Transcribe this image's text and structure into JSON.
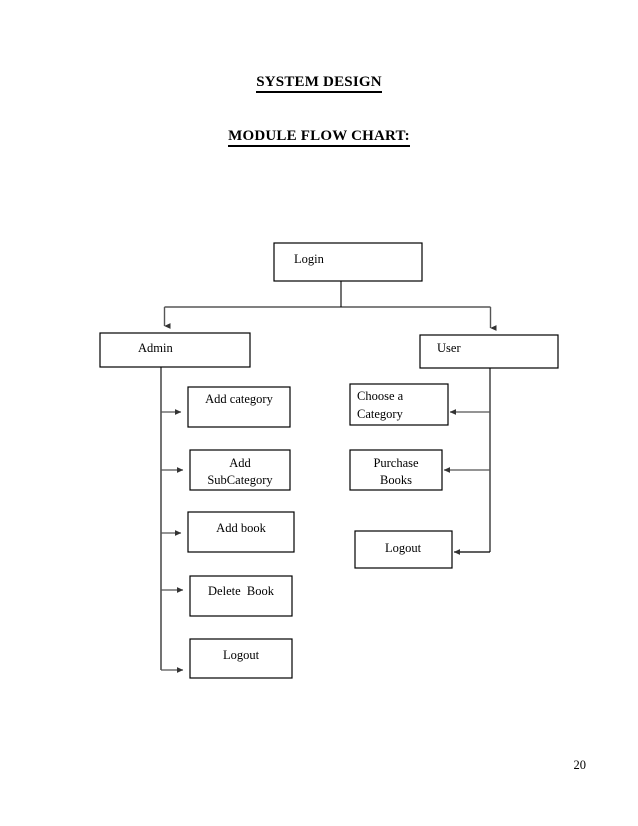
{
  "document": {
    "title": "SYSTEM DESIGN",
    "subtitle": "MODULE FLOW CHART:",
    "page_number": "20"
  },
  "chart_data": {
    "type": "diagram",
    "title": "MODULE FLOW CHART:",
    "diagram_kind": "flow-chart",
    "root": "Login",
    "branches": [
      {
        "name": "Admin",
        "side": "left",
        "children": [
          "Add category",
          "Add SubCategory",
          "Add book",
          "Delete  Book",
          "Logout"
        ]
      },
      {
        "name": "User",
        "side": "right",
        "children": [
          "Choose a Category",
          "Purchase Books",
          "Logout"
        ]
      }
    ]
  },
  "nodes": {
    "login": {
      "label": "Login"
    },
    "admin": {
      "label": "Admin"
    },
    "user": {
      "label": "User"
    },
    "add_category": {
      "label": "Add category"
    },
    "add_subcategory": {
      "line1": "Add",
      "line2": "SubCategory"
    },
    "add_book": {
      "label": "Add book"
    },
    "delete_book": {
      "label": "Delete  Book"
    },
    "admin_logout": {
      "label": "Logout"
    },
    "choose_category": {
      "line1": "Choose a",
      "line2": "Category"
    },
    "purchase_books": {
      "line1": "Purchase",
      "line2": "Books"
    },
    "user_logout": {
      "label": "Logout"
    }
  },
  "colors": {
    "stroke": "#000000",
    "background": "#ffffff",
    "text": "#000000"
  }
}
